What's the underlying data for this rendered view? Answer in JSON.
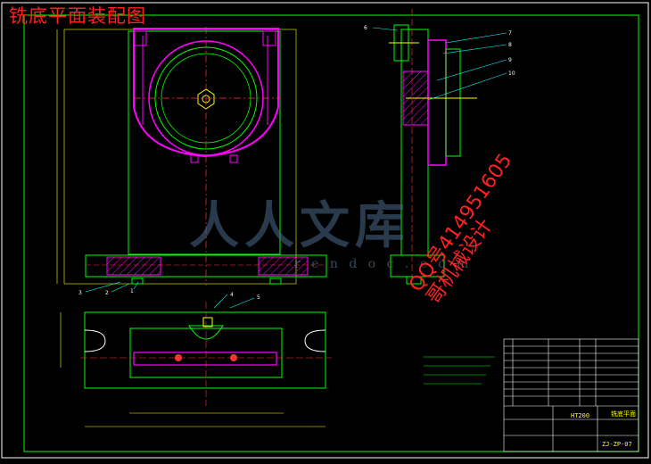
{
  "title": "铣底平面装配图",
  "watermark": {
    "text": "人人文库",
    "url": "r e n d o c . c o m"
  },
  "qq": {
    "line1": "QQ号414951605",
    "line2": "哥机械设计"
  },
  "callouts": [
    "6",
    "7",
    "8",
    "9",
    "10",
    "3",
    "2",
    "1",
    "4",
    "5"
  ],
  "title_block": {
    "part_no": "HT200",
    "name": "铣底平面",
    "drawing_no": "ZJ-ZP-07"
  },
  "colors": {
    "frame": "#ffffff",
    "lines": "#00ff00",
    "part": "#ff00ff",
    "hatch": "#ff00ff",
    "center": "#ff3333",
    "dim": "#ffff00",
    "callout": "#00ffff",
    "title": "#ff2020"
  }
}
